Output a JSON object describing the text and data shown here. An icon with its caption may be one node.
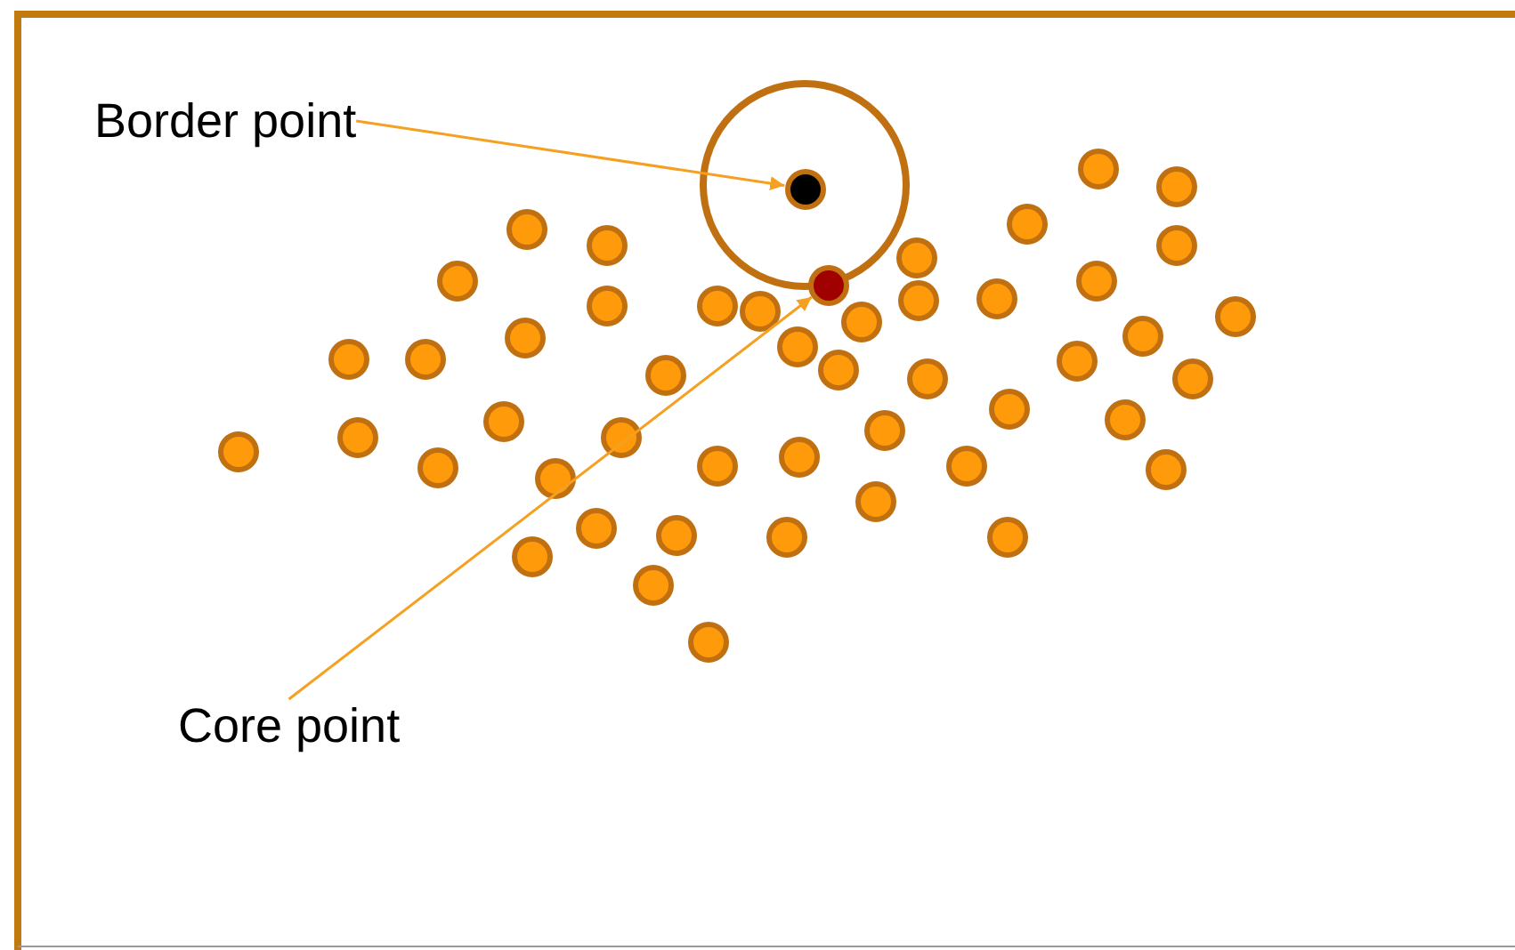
{
  "diagram": {
    "nodes": [
      {
        "text": [
          "Border point"
        ]
      },
      {
        "text": [],
        "shape": "circle"
      },
      {
        "text": [],
        "shape": "circle",
        "in": 1
      },
      {
        "text": [
          "Core point"
        ]
      },
      {
        "text": [],
        "shape": "circle"
      }
    ],
    "edges": [
      {
        "from": 0,
        "to": 2,
        "arrow": "to"
      },
      {
        "from": 3,
        "to": 4,
        "arrow": "to"
      }
    ]
  }
}
